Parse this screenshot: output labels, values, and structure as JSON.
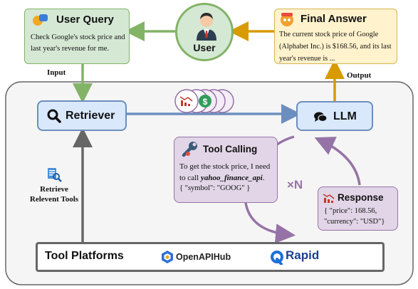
{
  "user_query": {
    "title": "User Query",
    "text": "Check Google's stock price and last year's revenue for me."
  },
  "user": {
    "label": "User"
  },
  "final_answer": {
    "title": "Final Answer",
    "text": "The current stock price of Google (Alphabet Inc.) is $168.56, and its last year's revenue is ..."
  },
  "flow": {
    "input_label": "Input",
    "output_label": "Output",
    "retrieve_label_1": "Retrieve",
    "retrieve_label_2": "Relevent Tools",
    "loop_label": "×N"
  },
  "retriever": {
    "label": "Retriever"
  },
  "llm": {
    "label": "LLM"
  },
  "tool_calling": {
    "title": "Tool Calling",
    "line1": "To get the stock price, I need",
    "line2_prefix": "to call ",
    "line2_api": "yahoo_finance_api",
    "line2_suffix": ".",
    "line3": "{ \"symbol\": \"GOOG\" }"
  },
  "response": {
    "title": "Response",
    "line1": "{ \"price\": 168.56,",
    "line2": "\"currency\": \"USD\"}"
  },
  "tool_platforms": {
    "label": "Tool Platforms",
    "openapi": "OpenAPIHub",
    "rapid": "Rapid"
  },
  "colors": {
    "green": "#82b366",
    "orange": "#d79b00",
    "blue": "#6c8ebf",
    "purple": "#9673a6",
    "grey": "#666666"
  }
}
